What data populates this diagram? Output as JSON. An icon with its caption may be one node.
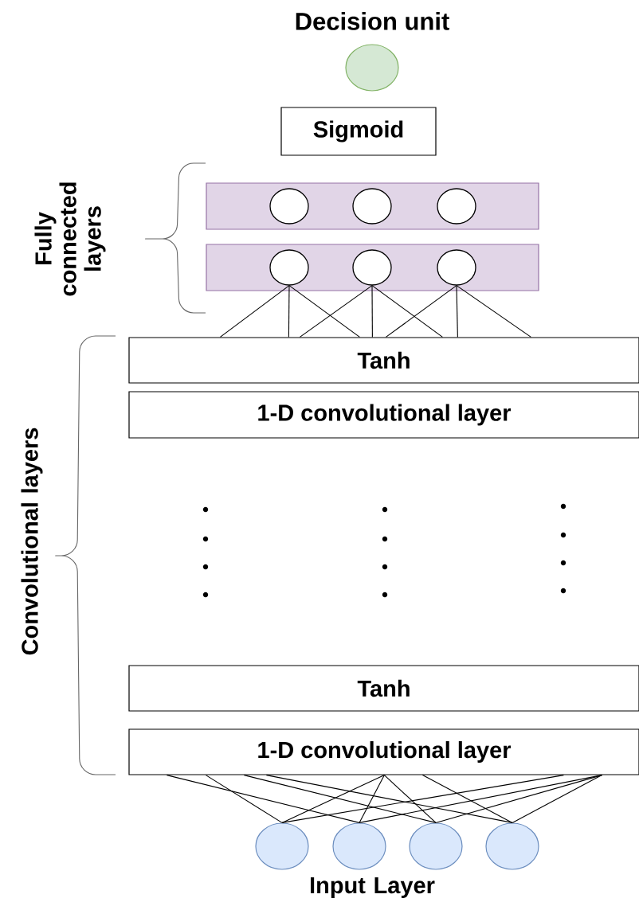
{
  "diagram": {
    "nodes": [
      {
        "text": [
          "Decision unit"
        ]
      },
      {
        "text": [
          "Sigmoid"
        ]
      },
      {
        "text": [],
        "shape": "box"
      },
      {
        "text": [],
        "shape": "circle",
        "in": 2
      },
      {
        "text": [],
        "shape": "circle",
        "in": 2
      },
      {
        "text": [],
        "shape": "circle",
        "in": 2
      },
      {
        "text": [],
        "shape": "box"
      },
      {
        "text": [],
        "shape": "circle",
        "in": 6
      },
      {
        "text": [],
        "shape": "circle",
        "in": 6
      },
      {
        "text": [],
        "shape": "circle",
        "in": 6
      },
      {
        "text": [
          "Tanh"
        ]
      },
      {
        "text": [
          "1-D convolutional layer"
        ]
      },
      {
        "text": [
          "Tanh"
        ]
      },
      {
        "text": [
          "1-D convolutional layer"
        ]
      },
      {
        "text": [],
        "shape": "circle"
      },
      {
        "text": [],
        "shape": "circle"
      },
      {
        "text": [],
        "shape": "circle"
      },
      {
        "text": [],
        "shape": "circle"
      }
    ],
    "edges": [
      {
        "from": 7,
        "to": 10,
        "arrow": "none"
      },
      {
        "from": 7,
        "to": 10,
        "arrow": "none"
      },
      {
        "from": 7,
        "to": 10,
        "arrow": "none"
      },
      {
        "from": 8,
        "to": 10,
        "arrow": "none"
      },
      {
        "from": 8,
        "to": 10,
        "arrow": "none"
      },
      {
        "from": 8,
        "to": 10,
        "arrow": "none"
      },
      {
        "from": 9,
        "to": 10,
        "arrow": "none"
      },
      {
        "from": 9,
        "to": 10,
        "arrow": "none"
      },
      {
        "from": 9,
        "to": 10,
        "arrow": "none"
      },
      {
        "from": 14,
        "to": 13,
        "arrow": "none"
      },
      {
        "from": 14,
        "to": 13,
        "arrow": "none"
      },
      {
        "from": 14,
        "to": 13,
        "arrow": "none"
      },
      {
        "from": 15,
        "to": 13,
        "arrow": "none"
      },
      {
        "from": 15,
        "to": 13,
        "arrow": "none"
      },
      {
        "from": 15,
        "to": 13,
        "arrow": "none"
      },
      {
        "from": 16,
        "to": 13,
        "arrow": "none"
      },
      {
        "from": 16,
        "to": 13,
        "arrow": "none"
      },
      {
        "from": 16,
        "to": 13,
        "arrow": "none"
      },
      {
        "from": 17,
        "to": 13,
        "arrow": "none"
      },
      {
        "from": 17,
        "to": 13,
        "arrow": "none"
      },
      {
        "from": 17,
        "to": 13,
        "arrow": "none"
      }
    ],
    "labels": [
      "Fully connected layers",
      "Convolutional layers",
      "Input Layer"
    ]
  }
}
